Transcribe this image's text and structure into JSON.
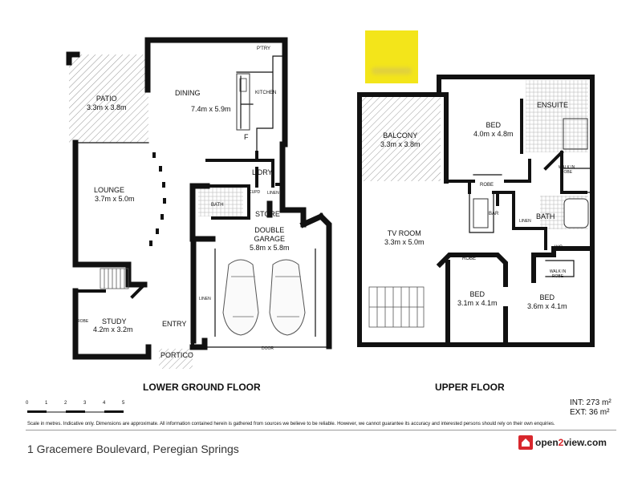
{
  "address": "1 Gracemere Boulevard, Peregian Springs",
  "brand": {
    "name_part1": "open",
    "name_part2": "2",
    "name_part3": "view.com",
    "color": "#d8272d"
  },
  "disclaimer": "Scale in metres. Indicative only. Dimensions are approximate. All information contained herein is gathered from sources we believe to be reliable. However, we cannot guarantee its accuracy and interested persons should rely on their own enquiries.",
  "scale_bar": {
    "ticks": [
      "0",
      "1",
      "2",
      "3",
      "4",
      "5"
    ]
  },
  "areas": {
    "int": "INT: 273 m²",
    "ext": "EXT: 36 m²"
  },
  "colors": {
    "wall": "#111111",
    "logo": "#f3e51a",
    "hatch": "#9a9a9a"
  },
  "lower": {
    "title": "LOWER GROUND FLOOR",
    "patio": {
      "name": "PATIO",
      "dims": "3.3m x 3.8m"
    },
    "dining": {
      "name": "DINING",
      "dims": "7.4m x 5.9m"
    },
    "ptry": "P'TRY",
    "kitchen": "KITCHEN",
    "fridge": "F",
    "ldry": "L'DRY",
    "cupd": "CUPD",
    "linen": "LINEN",
    "lounge": {
      "name": "LOUNGE",
      "dims": "3.7m x 5.0m"
    },
    "bath": "BATH",
    "store": "STORE",
    "garage": {
      "name1": "DOUBLE",
      "name2": "GARAGE",
      "dims": "5.8m x 5.8m"
    },
    "garage_linen": "LINEN",
    "door": "DOOR",
    "study": {
      "name": "STUDY",
      "dims": "4.2m x 3.2m"
    },
    "study_robe": "ROBE",
    "entry": "ENTRY",
    "portico": "PORTICO"
  },
  "upper": {
    "title": "UPPER FLOOR",
    "balcony": {
      "name": "BALCONY",
      "dims": "3.3m x 3.8m"
    },
    "bed1": {
      "name": "BED",
      "dims": "4.0m x 4.8m"
    },
    "ensuite": "ENSUITE",
    "walkin": "WALK IN ROBE",
    "robe1": "ROBE",
    "tvroom": {
      "name": "TV ROOM",
      "dims": "3.3m x 5.0m"
    },
    "bar": "BAR",
    "linen": "LINEN",
    "bath": "BATH",
    "wc": "WC",
    "robe2": "ROBE",
    "bed2": {
      "name": "BED",
      "dims": "3.1m x 4.1m"
    },
    "walkin2": "WALK IN ROBE",
    "bed3": {
      "name": "BED",
      "dims": "3.6m x 4.1m"
    }
  }
}
